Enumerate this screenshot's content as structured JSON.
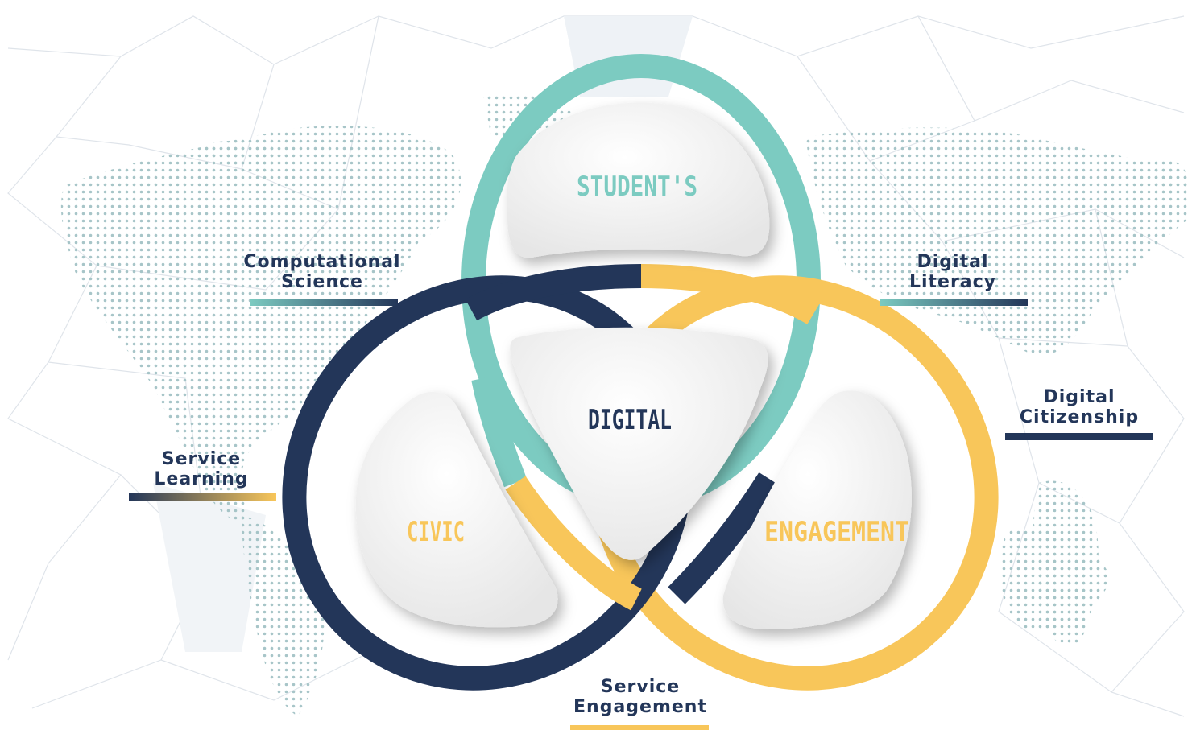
{
  "segments": {
    "top": "STUDENT'S",
    "center": "DIGITAL",
    "left": "CIVIC",
    "right": "ENGAGEMENT"
  },
  "labels": {
    "computational_science": {
      "line1": "Computational",
      "line2": "Science"
    },
    "digital_literacy": {
      "line1": "Digital",
      "line2": "Literacy"
    },
    "digital_citizenship": {
      "line1": "Digital",
      "line2": "Citizenship"
    },
    "service_learning": {
      "line1": "Service",
      "line2": "Learning"
    },
    "service_engagement": {
      "line1": "Service",
      "line2": "Engagement"
    }
  },
  "colors": {
    "teal": "#7ccbc1",
    "navy": "#233659",
    "yellow": "#f8c65a",
    "segment_fill": "#f2f2f2",
    "map_dots": "#9dbfc2",
    "background_lines": "#dfe4ea"
  }
}
